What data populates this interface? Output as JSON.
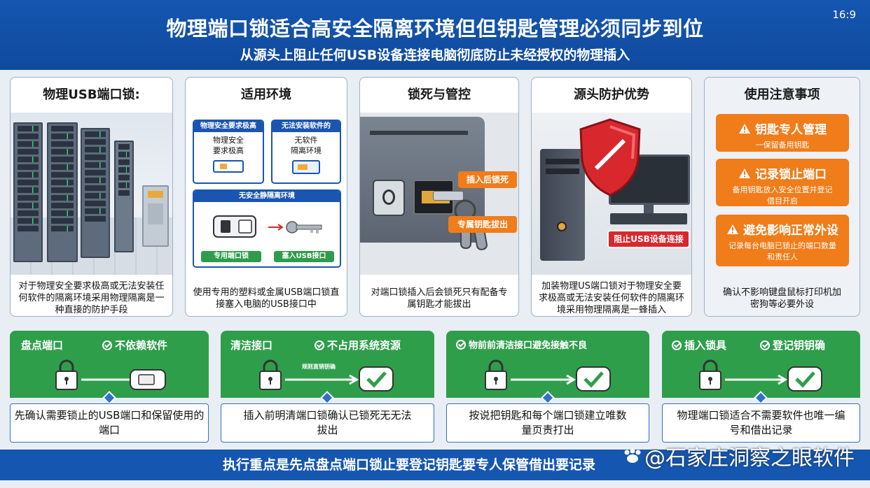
{
  "header": {
    "title": "物理端口锁适合高安全隔离环境但但钥匙管理必须同步到位",
    "subtitle": "从源头上阻止任何USB设备连接电脑彻底防止未经授权的物理插入",
    "ratio": "16:9"
  },
  "cards": [
    {
      "title": "物理USB端口锁:",
      "desc": "对于物理安全要求极高或无法安装任何软件的隔离环境采用物理隔离是一种直接的防护手段"
    },
    {
      "title": "适用环境",
      "desc": "使用专用的塑料或金属USB端口锁直接塞入电脑的USB接口中"
    },
    {
      "title": "锁死与管控",
      "desc": "对端口锁插入后会锁死只有配备专属钥匙才能拔出"
    },
    {
      "title": "源头防护优势",
      "desc": "加装物理US端口锁对于物理安全要求极高或无法安装任何软件的隔离环境采用物理隔离是一蜂插入"
    },
    {
      "title": "使用注意事项",
      "desc": "确认不影响键盘鼠标打印机加密狗等必要外设"
    }
  ],
  "env": {
    "box1_head": "物理安全要求极高",
    "box1_body": [
      "物理安全",
      "要求极高"
    ],
    "box2_head": "无法安装软件的",
    "box2_body": [
      "无软件",
      "隔离环境"
    ],
    "box3_head": "无安全静隔离环境",
    "tag1": "专用端口锁",
    "tag2": "塞入USB接口"
  },
  "lock_labels": {
    "insert": "插入后锁死",
    "key": "专属钥匙拔出"
  },
  "source_label": "阻止USB设备连接",
  "notes": [
    {
      "title": "钥匙专人管理",
      "sub": "一保留备用钥匙"
    },
    {
      "title": "记录锁止端口",
      "sub": "备用钥匙放入安全位置并登记借目开启"
    },
    {
      "title": "避免影响正常外设",
      "sub": "记录每台电脑已锁止的端口数量和责任人"
    }
  ],
  "steps": [
    {
      "left": "盘点端口",
      "right": "不依赖软件",
      "mini": "",
      "desc": "先确认需要锁止的USB端口和保留使用的端口"
    },
    {
      "left": "清洁接口",
      "right": "不占用系统资源",
      "mini": "规则直销钥确",
      "desc": "插入前明清端口锁确认已锁死无无法拔出"
    },
    {
      "left": "",
      "right": "物前前清洁接口避免接触不良",
      "mini": "",
      "desc": "按说把钥匙和每个端口锁建立唯数量页责打出"
    },
    {
      "left": "插入锁具",
      "right": "登记钥钥确",
      "mini": "",
      "desc": "物理端口锁适合不需要软件也唯一编号和借出记录"
    }
  ],
  "footer": "执行重点是先点盘点端口锁止要登记钥匙要专人保管借出要记录",
  "watermark": "@石家庄洞察之眼软件",
  "colors": {
    "blue": "#1556b0",
    "green": "#2f9e4b",
    "orange": "#f07c1a",
    "red": "#d8282e"
  }
}
